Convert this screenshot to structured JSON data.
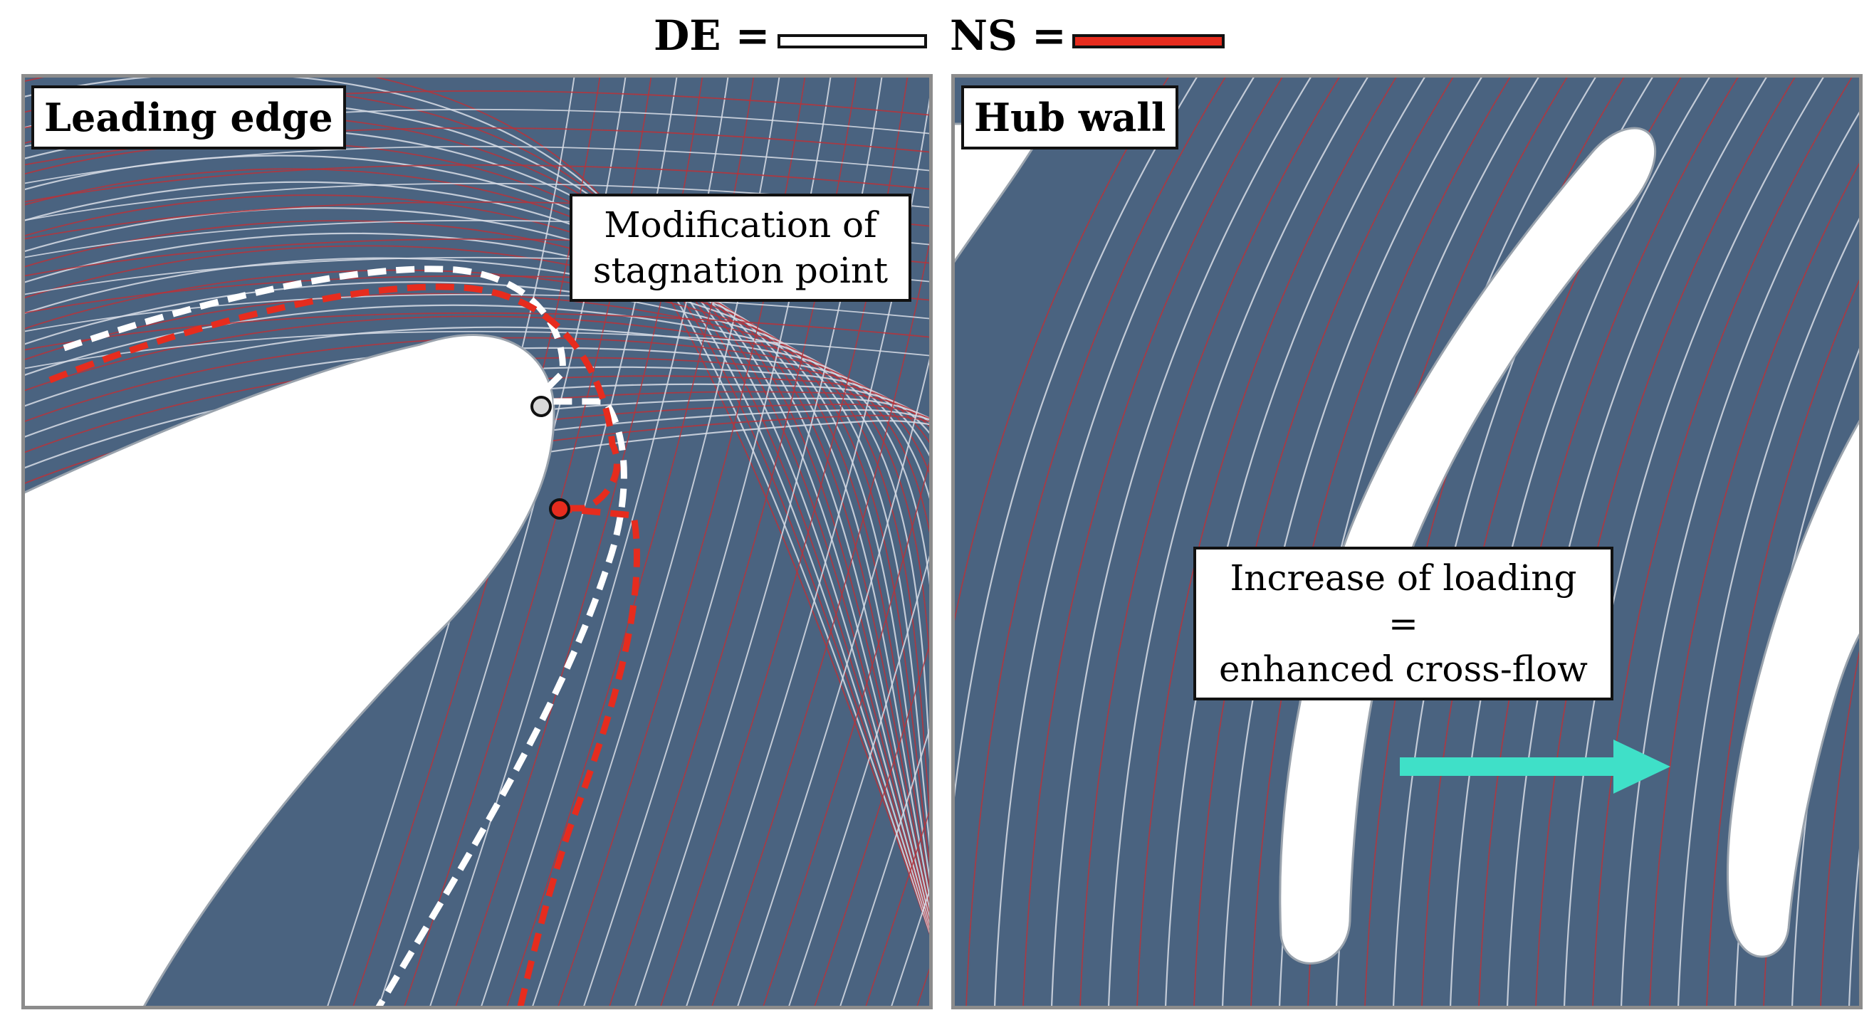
{
  "legend": {
    "de_label": "DE =",
    "ns_label": "NS =",
    "de_color": "#ffffff",
    "ns_color": "#e62c1e"
  },
  "colors": {
    "flow_field": "#4a6380",
    "blade": "#ffffff",
    "de_streamline": "#d8dde6",
    "ns_streamline": "#b8323a",
    "arrow": "#3fe0c8"
  },
  "panels": {
    "left": {
      "title": "Leading edge",
      "annotation_line1": "Modification of",
      "annotation_line2": "stagnation point"
    },
    "right": {
      "title": "Hub wall",
      "annotation_line1": "Increase of loading =",
      "annotation_line2": "enhanced cross-flow"
    }
  }
}
